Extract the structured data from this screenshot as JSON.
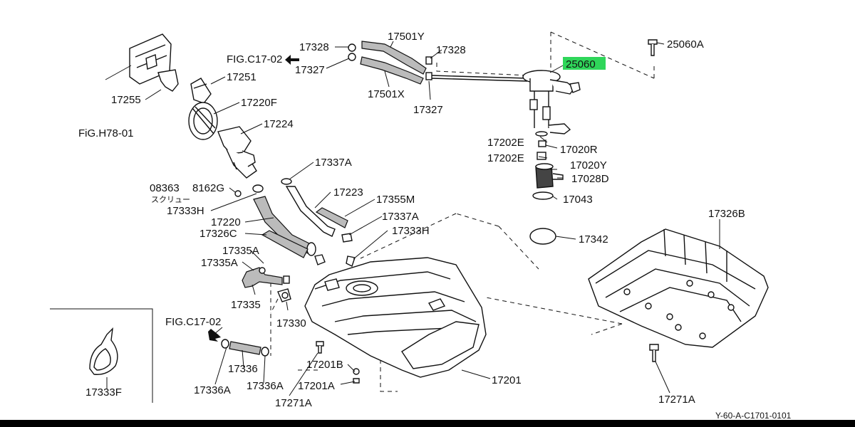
{
  "diagram": {
    "part_labels": {
      "p25060A": "25060A",
      "p25060": "25060",
      "p17328a": "17328",
      "p17501Y": "17501Y",
      "p17328b": "17328",
      "p17327a": "17327",
      "p17501X": "17501X",
      "p17327b": "17327",
      "p17251": "17251",
      "p17255": "17255",
      "p17220F": "17220F",
      "p17224": "17224",
      "p17202E1": "17202E",
      "p17020R": "17020R",
      "p17202E2": "17202E",
      "p17020Y": "17020Y",
      "p17028D": "17028D",
      "p17043": "17043",
      "p17337A1": "17337A",
      "p08363": "08363",
      "p8162G": "8162G",
      "p17223": "17223",
      "p17355M": "17355M",
      "p17333H1": "17333H",
      "p17220": "17220",
      "p17337A2": "17337A",
      "p17326C": "17326C",
      "p17333H2": "17333H",
      "p17342": "17342",
      "p17326B": "17326B",
      "p17335A1": "17335A",
      "p17335A2": "17335A",
      "p17335": "17335",
      "p17330": "17330",
      "p17336": "17336",
      "p17333F": "17333F",
      "p17336A1": "17336A",
      "p17336A2": "17336A",
      "p17201B": "17201B",
      "p17201A": "17201A",
      "p17271A1": "17271A",
      "p17201": "17201",
      "p17271A2": "17271A"
    },
    "figure_refs": {
      "fig_c17_top": "FIG.C17-02",
      "fig_h78": "FiG.H78-01",
      "fig_c17_left": "FIG.C17-02"
    },
    "screw_note": "スクリュー",
    "drawing_code": "Y-60-A-C1701-0101",
    "highlight_color": "#2fd65a"
  }
}
